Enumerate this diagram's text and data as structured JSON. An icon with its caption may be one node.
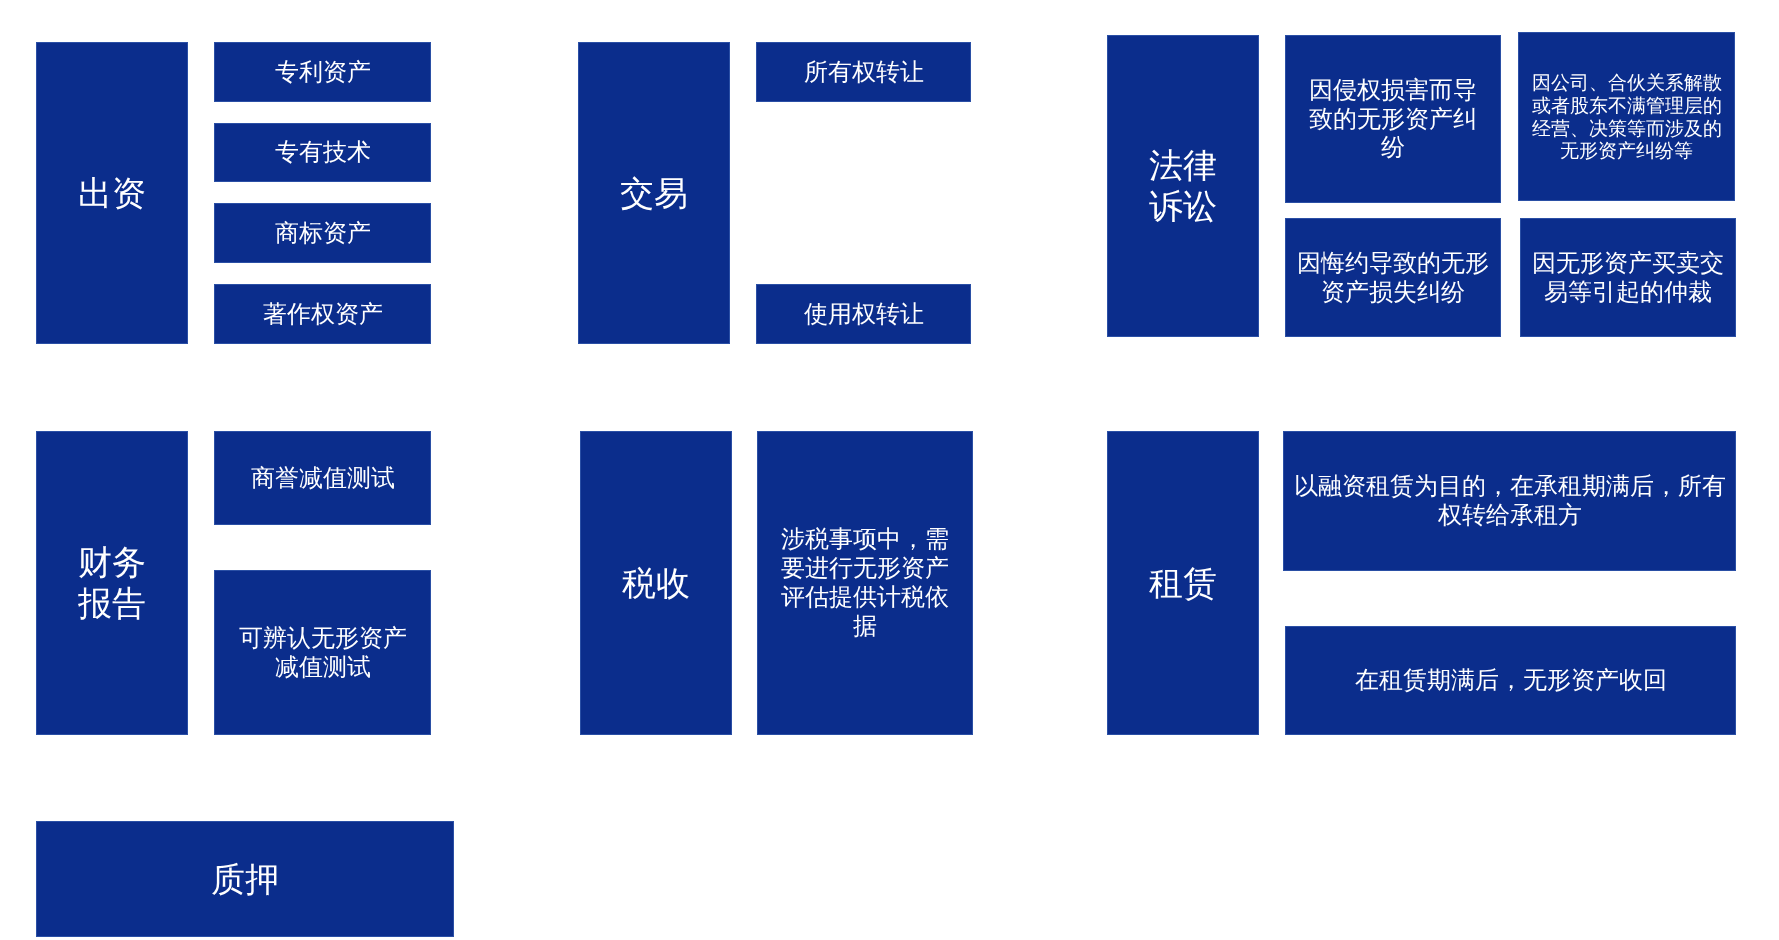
{
  "diagram": {
    "nodes": [
      {
        "text": [
          "出资"
        ]
      },
      {
        "text": [
          "专利资产"
        ]
      },
      {
        "text": [
          "专有技术"
        ]
      },
      {
        "text": [
          "商标资产"
        ]
      },
      {
        "text": [
          "著作权资产"
        ]
      },
      {
        "text": [
          "交易"
        ]
      },
      {
        "text": [
          "所有权转让"
        ]
      },
      {
        "text": [
          "使用权转让"
        ]
      },
      {
        "text": [
          "法律诉讼"
        ]
      },
      {
        "text": [
          "因侵权损害而导致的无形资产纠纷"
        ]
      },
      {
        "text": [
          "因公司、合伙关系解散或者股东不满管理层的经营、决策等而涉及的无形资产纠纷等"
        ]
      },
      {
        "text": [
          "因悔约导致的无形资产损失纠纷"
        ]
      },
      {
        "text": [
          "因无形资产买卖交易等引起的仲裁"
        ]
      },
      {
        "text": [
          "财务报告"
        ]
      },
      {
        "text": [
          "商誉减值测试"
        ]
      },
      {
        "text": [
          "可辨认无形资产减值测试"
        ]
      },
      {
        "text": [
          "税收"
        ]
      },
      {
        "text": [
          "涉税事项中，需要进行无形资产评估提供计税依据"
        ]
      },
      {
        "text": [
          "租赁"
        ]
      },
      {
        "text": [
          "以融资租赁为目的，在承租期满后，所有权转给承租方"
        ]
      },
      {
        "text": [
          "在租赁期满后，无形资产收回"
        ]
      },
      {
        "text": [
          "质押"
        ]
      }
    ],
    "edges": []
  }
}
